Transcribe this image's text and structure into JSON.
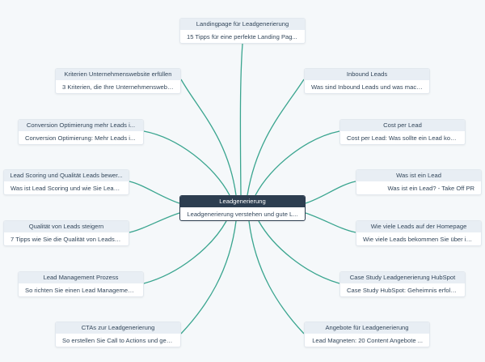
{
  "mindmap": {
    "center": {
      "title": "Leadgenerierung",
      "subtitle": "Leadgenerierung verstehen und gute L..."
    },
    "nodes": [
      {
        "title": "Landingpage für Leadgenerierung",
        "subtitle": "15 Tipps für eine perfekte Landing Pag..."
      },
      {
        "title": "Kriterien Unternehmenswebsite erfüllen",
        "subtitle": "3 Kriterien, die Ihre Unternehmenswebs..."
      },
      {
        "title": "Inbound Leads",
        "subtitle": "Was sind Inbound Leads und was mach..."
      },
      {
        "title": "Conversion Optimierung mehr Leads i...",
        "subtitle": "Conversion Optimierung: Mehr Leads i..."
      },
      {
        "title": "Cost per Lead",
        "subtitle": "Cost per Lead: Was sollte ein Lead kost..."
      },
      {
        "title": "Lead Scoring und Qualität Leads bewer...",
        "subtitle": "Was ist Lead Scoring und wie Sie Leads ..."
      },
      {
        "title": "Was ist ein Lead",
        "subtitle": "Was ist ein Lead? - Take Off PR"
      },
      {
        "title": "Qualität von Leads steigern",
        "subtitle": "7 Tipps wie Sie die Qualität von Leads s..."
      },
      {
        "title": "Wie viele Leads auf der Homepage",
        "subtitle": "Wie viele Leads bekommen Sie über ihr..."
      },
      {
        "title": "Lead Management Prozess",
        "subtitle": "So richten Sie einen Lead Management ..."
      },
      {
        "title": "Case Study Leadgenerierung HubSpot",
        "subtitle": "Case Study HubSpot: Geheimnis erfolg..."
      },
      {
        "title": "CTAs zur Leadgenerierung",
        "subtitle": "So erstellen Sie Call to Actions und gen..."
      },
      {
        "title": "Angebote für Leadgenerierung",
        "subtitle": "Lead Magneten: 20 Content Angebote ..."
      }
    ]
  }
}
